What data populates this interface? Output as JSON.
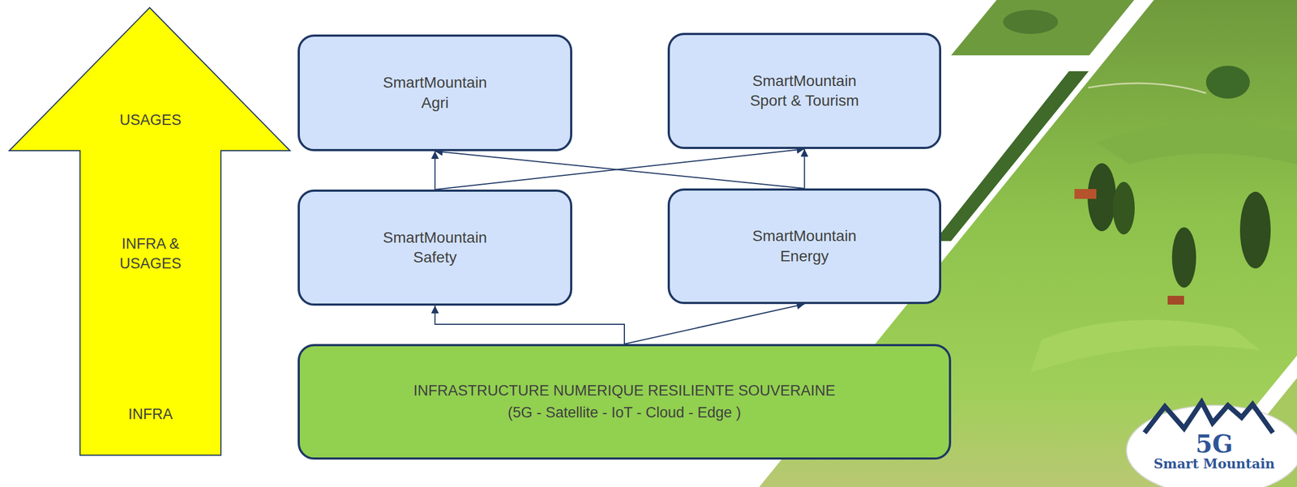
{
  "diagram": {
    "nodes": [
      {
        "text": [
          "USAGES",
          "INFRA & USAGES",
          "INFRA"
        ]
      },
      {
        "text": [
          "SmartMountain Agri"
        ]
      },
      {
        "text": [
          "SmartMountain Sport & Tourism"
        ]
      },
      {
        "text": [
          "SmartMountain Safety"
        ]
      },
      {
        "text": [
          "SmartMountain Energy"
        ]
      },
      {
        "text": [
          "INFRASTRUCTURE NUMERIQUE RESILIENTE SOUVERAINE",
          "(5G  - Satellite  - IoT  - Cloud  - Edge )"
        ]
      }
    ],
    "edges": [
      {
        "from": 5,
        "to": 3,
        "arrow": "to"
      },
      {
        "from": 5,
        "to": 4,
        "arrow": "to"
      },
      {
        "from": 3,
        "to": 1,
        "arrow": "to"
      },
      {
        "from": 3,
        "to": 2,
        "arrow": "to"
      },
      {
        "from": 4,
        "to": 1,
        "arrow": "to"
      },
      {
        "from": 4,
        "to": 2,
        "arrow": "to"
      }
    ],
    "labels": [
      "5G",
      "Smart Mountain"
    ]
  }
}
